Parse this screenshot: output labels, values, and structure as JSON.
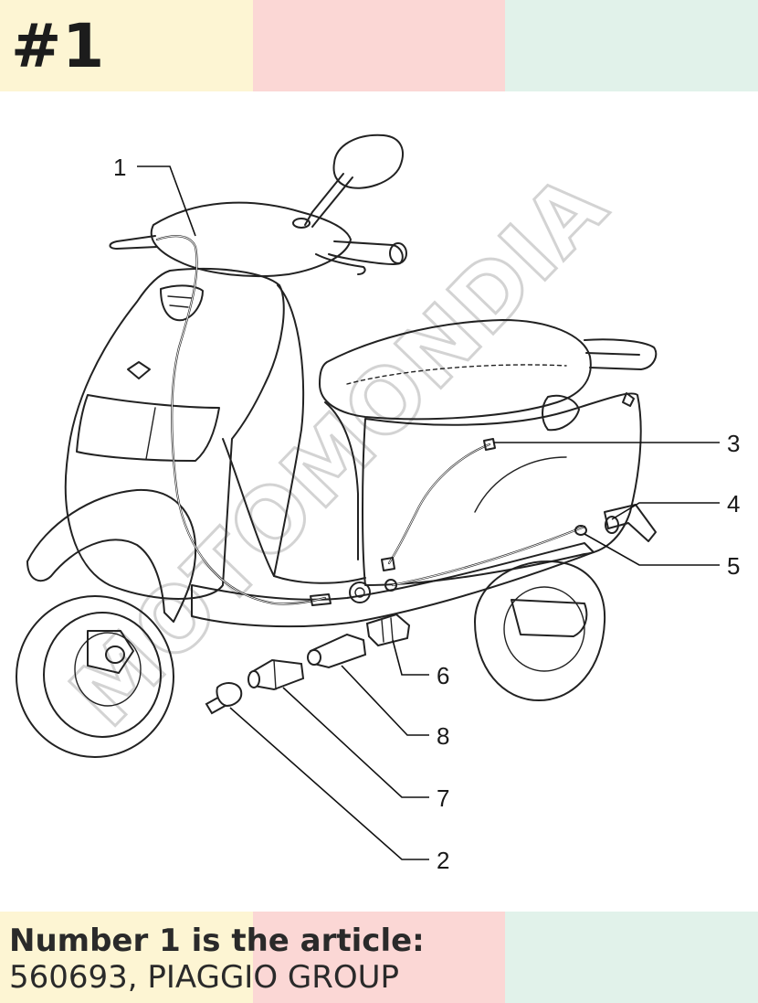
{
  "header": {
    "number_label": "#1"
  },
  "footer": {
    "caption_bold": "Number 1 is the article:",
    "caption_detail": "560693, PIAGGIO GROUP"
  },
  "colors": {
    "yellow": "#fdf5d3",
    "pink": "#fbd7d5",
    "mint": "#e1f2ea",
    "text": "#2a2a2a"
  },
  "diagram": {
    "callouts": [
      "1",
      "2",
      "3",
      "4",
      "5",
      "6",
      "7",
      "8"
    ],
    "watermark": "MOTOMONDIA"
  }
}
